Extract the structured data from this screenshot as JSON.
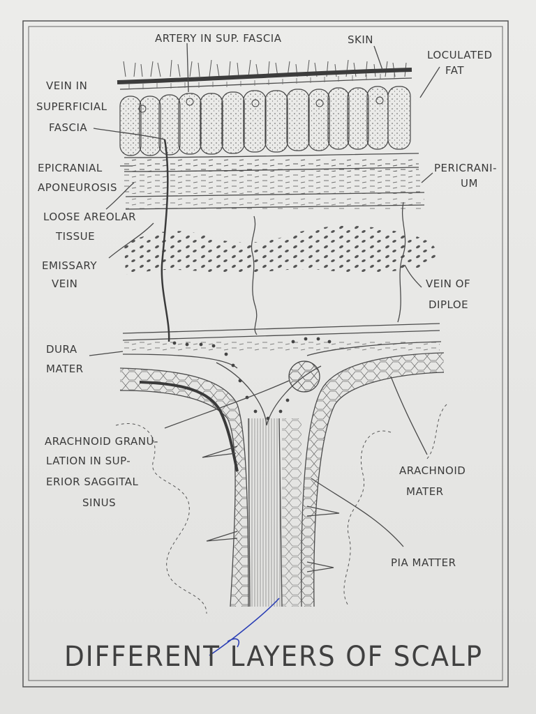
{
  "labels": {
    "artery": "ARTERY IN SUP. FASCIA",
    "skin": "SKIN",
    "loculated_fat_1": "LOCULATED",
    "loculated_fat_2": "FAT",
    "vein_sf_1": "VEIN IN",
    "vein_sf_2": "SUPERFICIAL",
    "vein_sf_3": "FASCIA",
    "epicranial_1": "EPICRANIAL",
    "epicranial_2": "APONEUROSIS",
    "pericranium_1": "PERICRANI-",
    "pericranium_2": "UM",
    "loose_1": "LOOSE AREOLAR",
    "loose_2": "TISSUE",
    "emissary_1": "EMISSARY",
    "emissary_2": "VEIN",
    "vein_diploe_1": "VEIN OF",
    "vein_diploe_2": "DIPLOE",
    "dura_1": "DURA",
    "dura_2": "MATER",
    "arachnoid_gran_1": "ARACHNOID GRANU-",
    "arachnoid_gran_2": "LATION IN SUP-",
    "arachnoid_gran_3": "ERIOR SAGGITAL",
    "arachnoid_gran_4": "SINUS",
    "arachnoid_mater_1": "ARACHNOID",
    "arachnoid_mater_2": "MATER",
    "pia_mater": "PIA MATTER"
  },
  "title": "DIFFERENT LAYERS OF SCALP",
  "colors": {
    "paper": "#e9e9e7",
    "ink": "#3a3a3a",
    "blue_mark": "#2b3fb5"
  }
}
